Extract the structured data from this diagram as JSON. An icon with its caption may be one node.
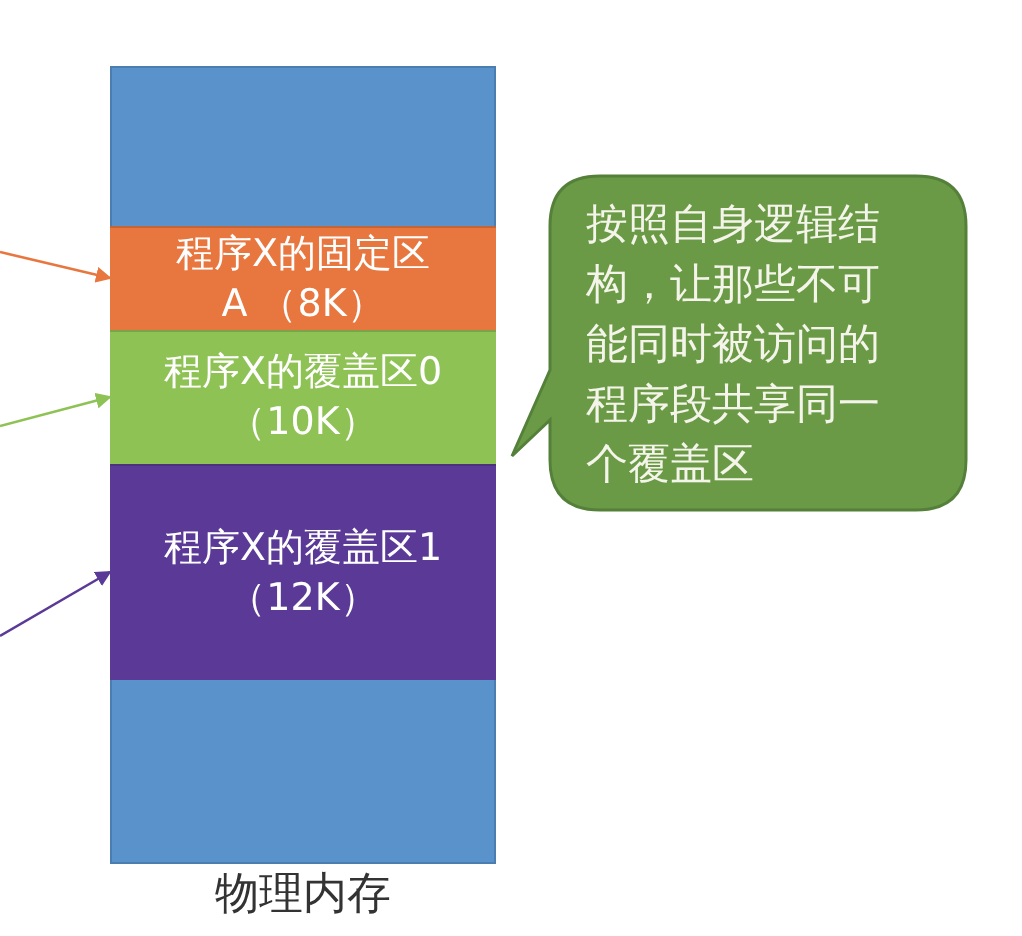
{
  "diagram": {
    "nodes": [
      {
        "text": [
          "物理内存"
        ]
      },
      {
        "text": [
          "程序X的固定区A （8K）"
        ],
        "in": 0
      },
      {
        "text": [
          "程序X的覆盖区0（10K）"
        ],
        "in": 0
      },
      {
        "text": [
          "程序X的覆盖区1（12K）"
        ],
        "in": 0
      },
      {
        "text": [
          "按照自身逻辑结构，让那些不可能同时被访问的程序段共享同一个覆盖区"
        ]
      }
    ],
    "edges": [
      {
        "from": null,
        "to": 1,
        "arrow": "to",
        "color": "#e8773f"
      },
      {
        "from": null,
        "to": 2,
        "arrow": "to",
        "color": "#8fc255"
      },
      {
        "from": null,
        "to": 3,
        "arrow": "to",
        "color": "#5a3a96"
      }
    ]
  }
}
